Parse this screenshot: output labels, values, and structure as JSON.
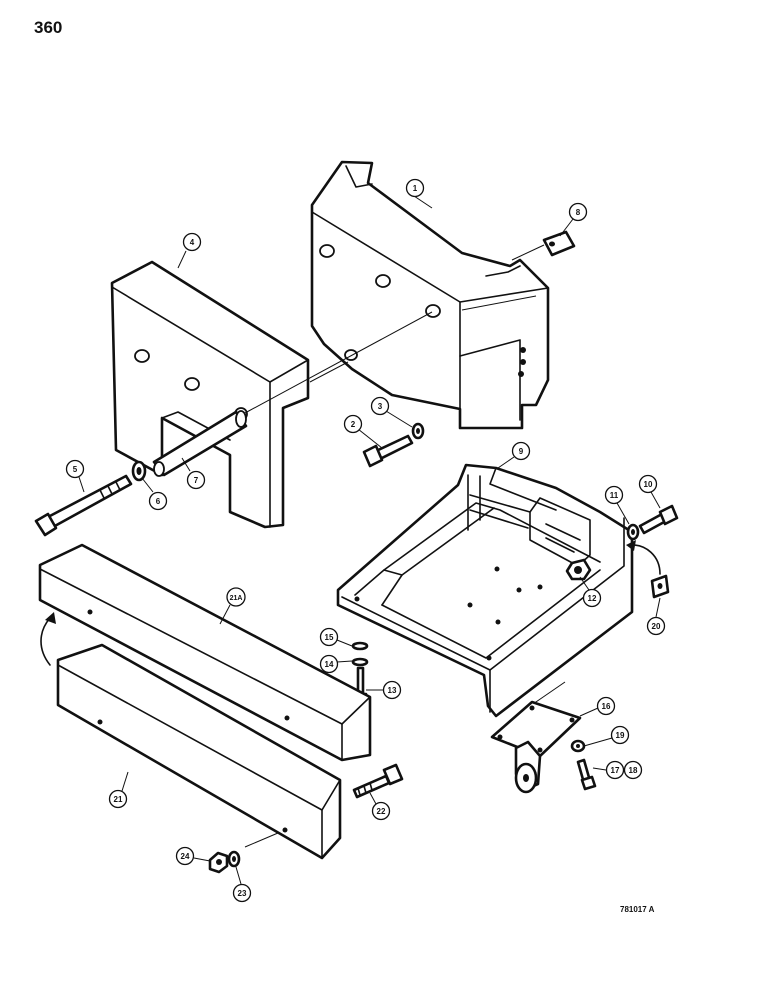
{
  "page_number": "360",
  "figure_code": "781017 A",
  "callouts": {
    "c1": "1",
    "c2": "2",
    "c3": "3",
    "c4": "4",
    "c5": "5",
    "c6": "6",
    "c7": "7",
    "c8": "8",
    "c9": "9",
    "c10": "10",
    "c11": "11",
    "c12": "12",
    "c13": "13",
    "c14": "14",
    "c15": "15",
    "c16": "16",
    "c17": "17",
    "c18": "18",
    "c19": "19",
    "c20": "20",
    "c21": "21",
    "c21a": "21A",
    "c22": "22",
    "c23": "23",
    "c24": "24"
  }
}
